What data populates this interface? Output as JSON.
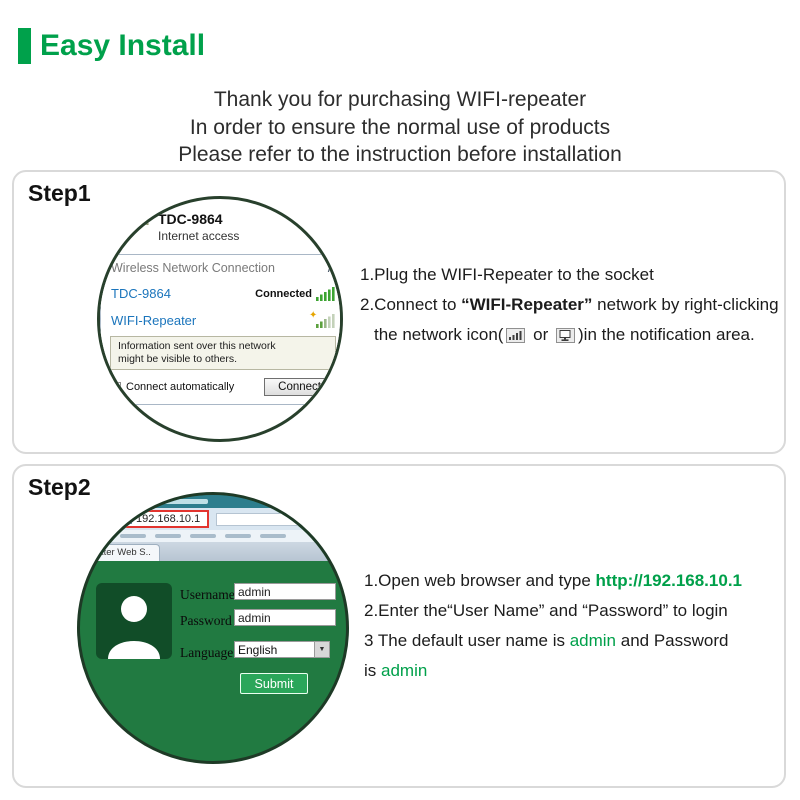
{
  "colors": {
    "accent_green": "#00a14b",
    "circle_green": "#217a41",
    "link_blue": "#1b75bc",
    "highlight_red": "#e3342f"
  },
  "header": {
    "title": "Easy Install"
  },
  "intro": {
    "lines": [
      "Thank you for purchasing WIFI-repeater",
      "In order to ensure the normal use of products",
      "Please refer to the instruction before installation"
    ]
  },
  "icons": {
    "chevron_up": "∧",
    "star": "✦",
    "select_arrow": "▼"
  },
  "step1": {
    "label": "Step1",
    "popup": {
      "network_name": "TDC-9864",
      "network_status": "Internet access",
      "panel_title": "Wireless Network Connection",
      "connected_name": "TDC-9864",
      "connected_label": "Connected",
      "repeater_name": "WIFI-Repeater",
      "tooltip_line1": "Information sent over this network",
      "tooltip_line2": "might be visible to others.",
      "connect_auto_label": "Connect automatically",
      "connect_button": "Connect"
    },
    "instructions": {
      "line1": "1.Plug the WIFI-Repeater to the socket",
      "line2_pre": "2.Connect to ",
      "line2_bold": "“WIFI-Repeater”",
      "line2_post": " network by right-clicking",
      "line3_pre": "the network icon(",
      "line3_or": " or ",
      "line3_post": ")in the notification area."
    }
  },
  "step2": {
    "label": "Step2",
    "browser": {
      "address": "192.168.10.1",
      "tab_label": "eater Web S..",
      "username_label": "Username",
      "username_value": "admin",
      "password_label": "Password",
      "password_value": "admin",
      "language_label": "Language",
      "language_value": "English",
      "submit_label": "Submit"
    },
    "instructions": {
      "line1_pre": "1.Open web browser and type ",
      "line1_url": "http://192.168.10.1",
      "line2": "2.Enter the“User Name” and “Password” to login",
      "line3_pre": "3 The default user name is ",
      "line3_value": "admin",
      "line3_post": " and Password",
      "line4_pre": "is ",
      "line4_value": "admin"
    }
  }
}
